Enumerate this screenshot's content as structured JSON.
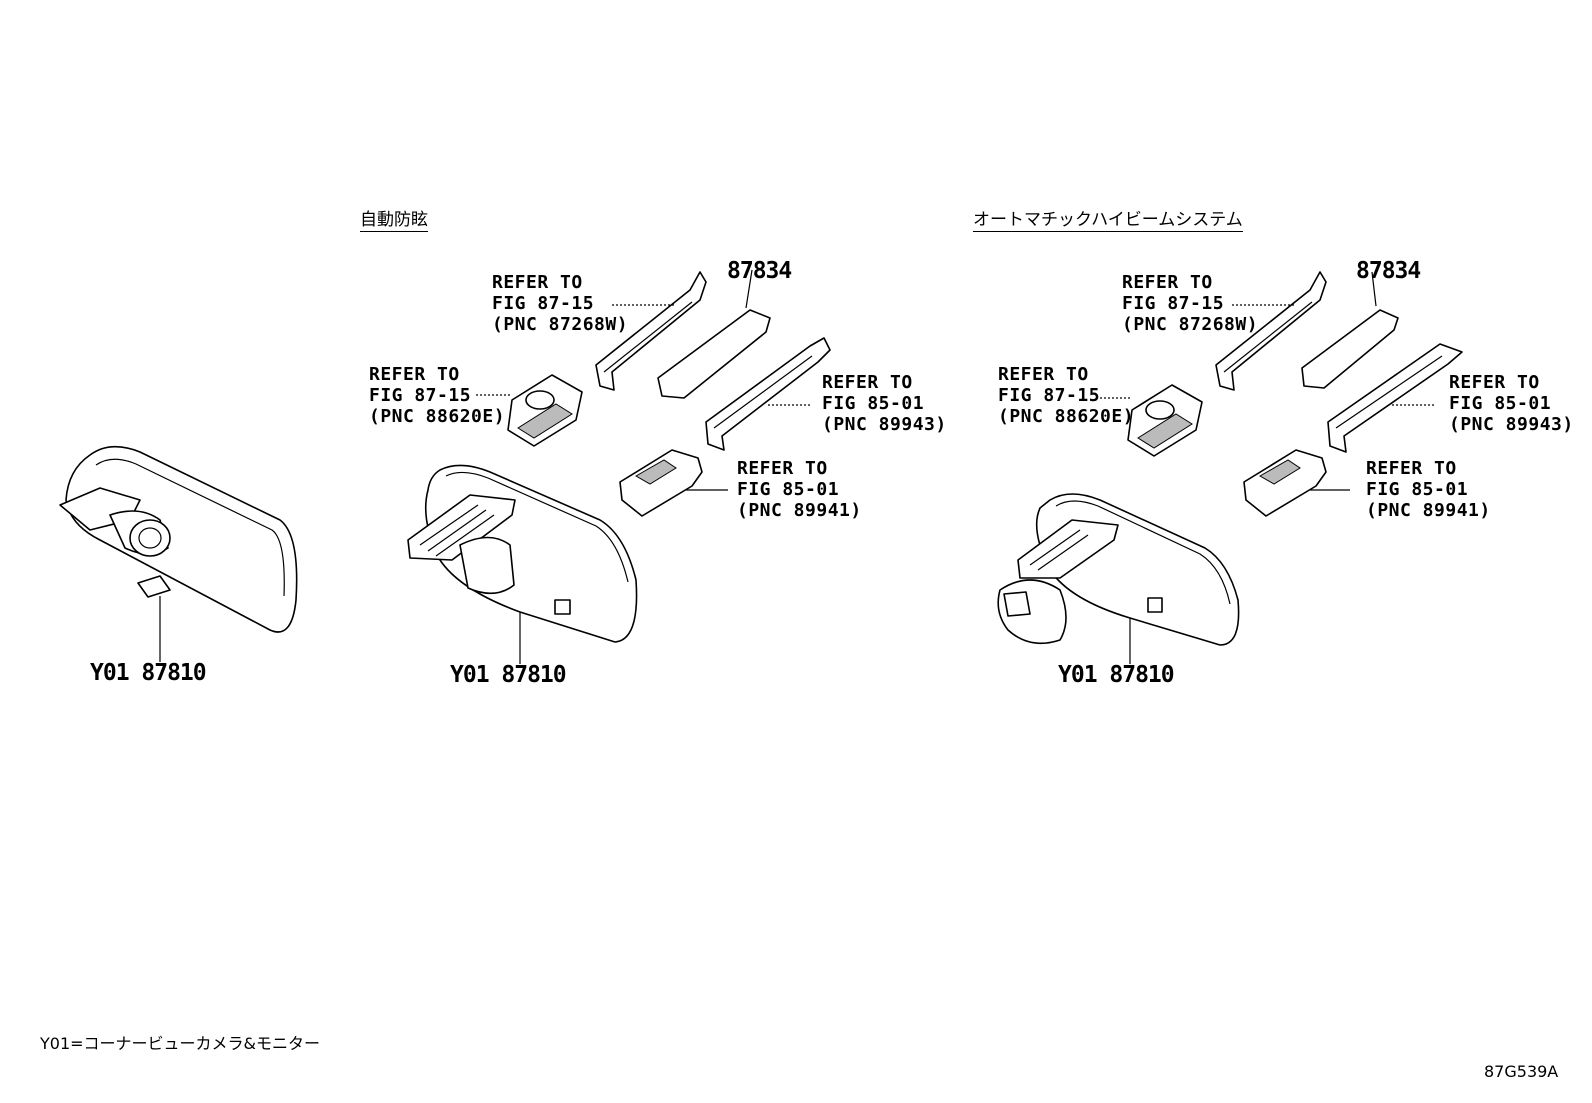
{
  "groups": [
    {
      "heading": "",
      "part_label": "Y01 87810",
      "refs": []
    },
    {
      "heading": "自動防眩",
      "part_label": "Y01 87810",
      "top_part": "87834",
      "refs": [
        {
          "line1": "REFER TO",
          "line2": "FIG 87-15",
          "line3": "(PNC 87268W)"
        },
        {
          "line1": "REFER TO",
          "line2": "FIG 87-15",
          "line3": "(PNC 88620E)"
        },
        {
          "line1": "REFER TO",
          "line2": "FIG 85-01",
          "line3": "(PNC 89943)"
        },
        {
          "line1": "REFER TO",
          "line2": "FIG 85-01",
          "line3": "(PNC 89941)"
        }
      ]
    },
    {
      "heading": "オートマチックハイビームシステム",
      "part_label": "Y01 87810",
      "top_part": "87834",
      "refs": [
        {
          "line1": "REFER TO",
          "line2": "FIG 87-15",
          "line3": "(PNC 87268W)"
        },
        {
          "line1": "REFER TO",
          "line2": "FIG 87-15",
          "line3": "(PNC 88620E)"
        },
        {
          "line1": "REFER TO",
          "line2": "FIG 85-01",
          "line3": "(PNC 89943)"
        },
        {
          "line1": "REFER TO",
          "line2": "FIG 85-01",
          "line3": "(PNC 89941)"
        }
      ]
    }
  ],
  "footnote": "Y01=コーナービューカメラ&モニター",
  "figure_code": "87G539A"
}
